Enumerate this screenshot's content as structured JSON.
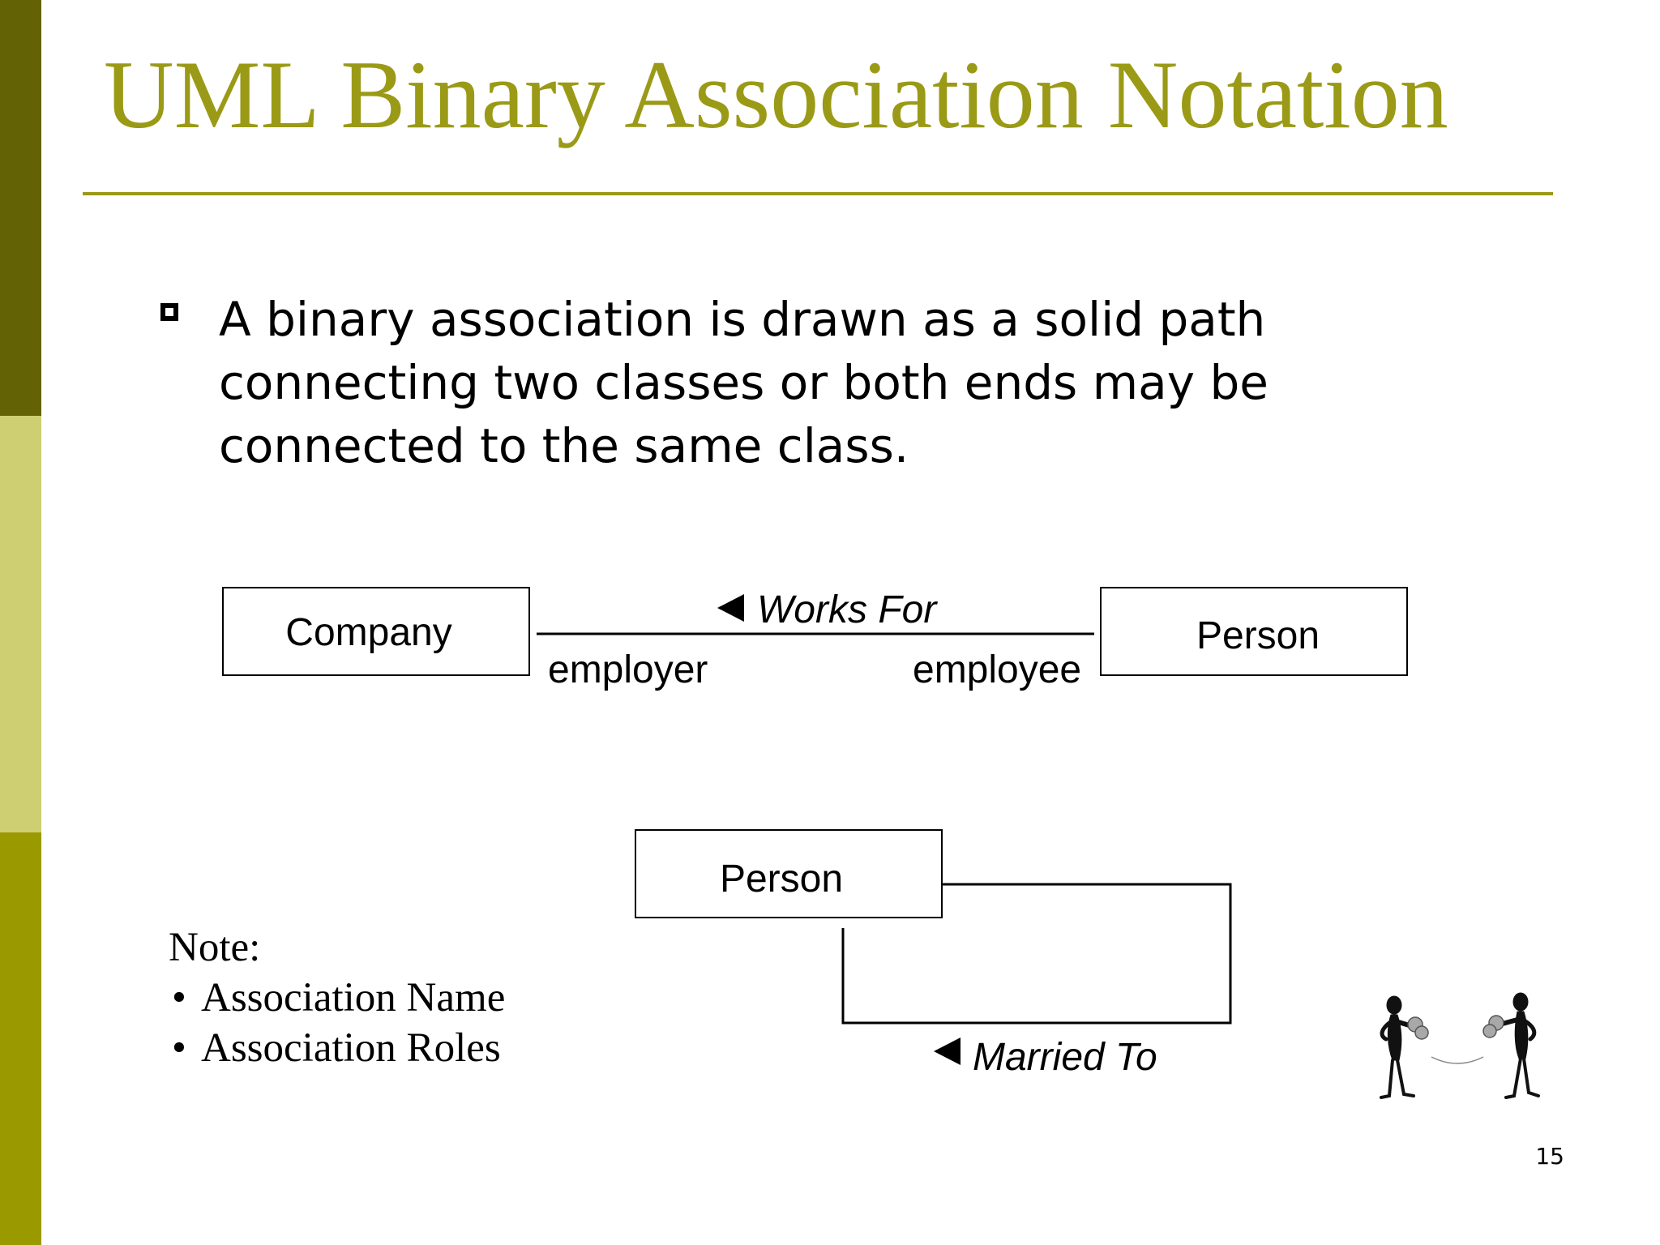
{
  "slide": {
    "title": "UML Binary Association Notation",
    "bullet": "A binary association is drawn as a solid path connecting two classes or both ends may be connected to the same class.",
    "page_number": "15"
  },
  "diagram1": {
    "left_class": "Company",
    "right_class": "Person",
    "association_name": "Works For",
    "left_role": "employer",
    "right_role": "employee"
  },
  "diagram2": {
    "class": "Person",
    "association_name": "Married To"
  },
  "note": {
    "heading": "Note:",
    "items": [
      "Association Name",
      "Association Roles"
    ]
  },
  "icons": {
    "bullet": "hollow-square-icon",
    "direction": "triangle-left-icon",
    "clipart": "boxing-stick-figures-icon"
  },
  "colors": {
    "title": "#9a9a17",
    "rule": "#9a9a17",
    "sidebar_top": "#636306",
    "sidebar_middle": "#cece72",
    "sidebar_bottom": "#9a9a00"
  }
}
